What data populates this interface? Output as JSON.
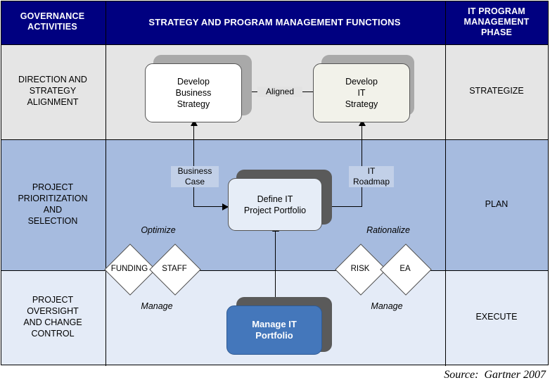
{
  "header": {
    "col_governance": "GOVERNANCE\nACTIVITIES",
    "col_strategy": "STRATEGY AND PROGRAM MANAGEMENT FUNCTIONS",
    "col_phase": "IT PROGRAM\nMANAGEMENT\nPHASE"
  },
  "rows": [
    {
      "governance": "DIRECTION AND\nSTRATEGY\nALIGNMENT",
      "phase": "STRATEGIZE",
      "bg": "#e5e5e5"
    },
    {
      "governance": "PROJECT\nPRIORITIZATION\nAND\nSELECTION",
      "phase": "PLAN",
      "bg": "#a6bbdf"
    },
    {
      "governance": "PROJECT\nOVERSIGHT\nAND CHANGE\nCONTROL",
      "phase": "EXECUTE",
      "bg": "#e4ebf7"
    }
  ],
  "boxes": {
    "develop_business_strategy": "Develop\nBusiness\nStrategy",
    "develop_it_strategy": "Develop\nIT\nStrategy",
    "define_it_project_portfolio": "Define IT\nProject Portfolio",
    "manage_it_portfolio": "Manage IT\nPortfolio"
  },
  "diamonds": {
    "funding": "FUNDING",
    "staff": "STAFF",
    "risk": "RISK",
    "ea": "EA"
  },
  "connectors": {
    "aligned": "Aligned",
    "business_case": "Business\nCase",
    "it_roadmap": "IT\nRoadmap"
  },
  "annotations": {
    "optimize": "Optimize",
    "rationalize": "Rationalize",
    "manage_left": "Manage",
    "manage_right": "Manage"
  },
  "footer": {
    "source": "Source:  Gartner 2007"
  },
  "colors": {
    "header_navy": "#000080",
    "row1_grey": "#e5e5e5",
    "row2_blue": "#a6bbdf",
    "row3_pale_blue": "#e4ebf7",
    "manage_box_blue": "#4477bb",
    "shadow_grey": "#a9a9a9",
    "shadow_dark": "#5a5a5a",
    "box_white": "#ffffff",
    "box_cream": "#f2f2ea",
    "box_pale": "#e6edf7"
  }
}
